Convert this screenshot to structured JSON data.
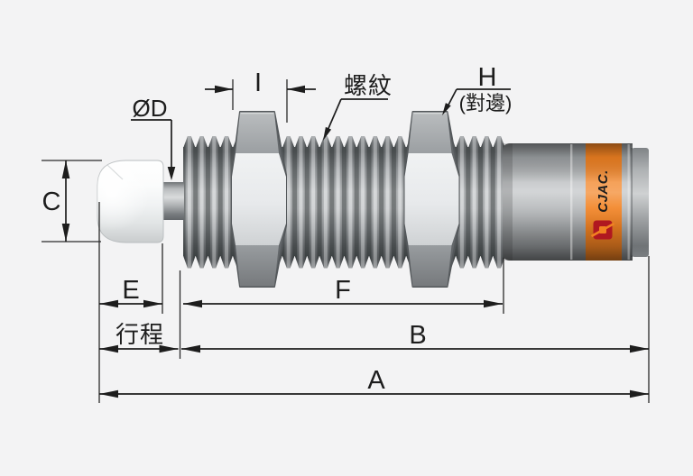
{
  "labels": {
    "a": "A",
    "b": "B",
    "c": "C",
    "diameter_d": "ØD",
    "e": "E",
    "f": "F",
    "h": "H",
    "i": "I",
    "thread_note": "螺紋",
    "across_flats_note": "(對邊)",
    "stroke_note": "行程"
  },
  "brand": {
    "logo_text": "CJAC."
  },
  "colors": {
    "background": "#f3f3f4",
    "line": "#1d1d1d",
    "band_orange": "#F28222",
    "logo_red": "#B01820"
  }
}
